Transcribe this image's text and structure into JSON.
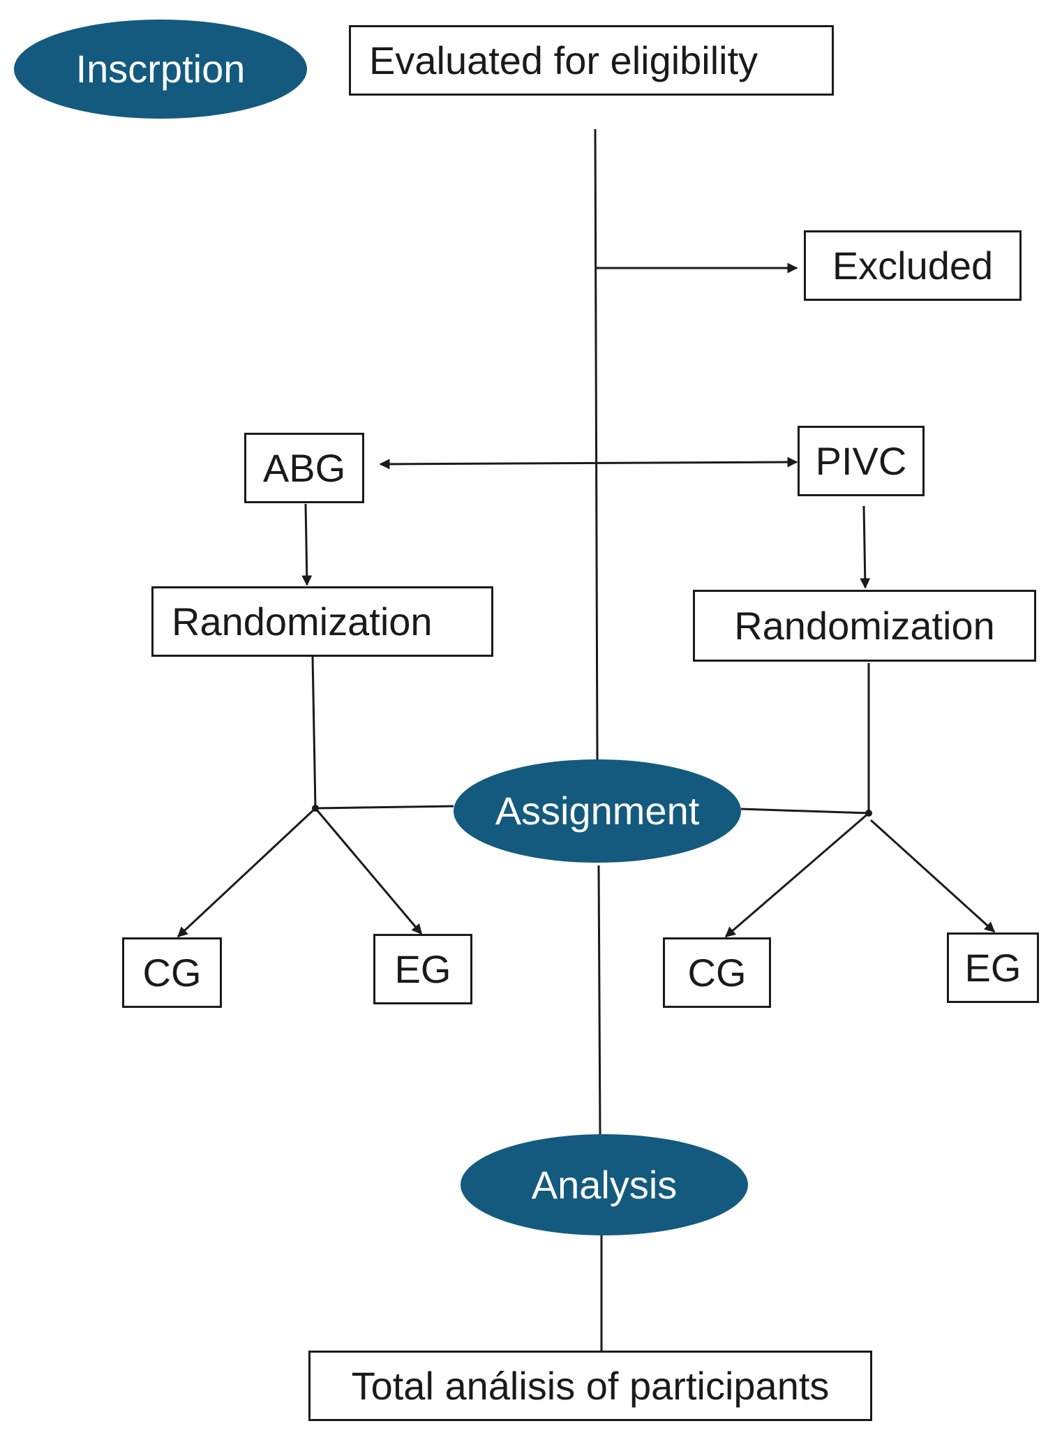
{
  "colors": {
    "oval_fill": "#135a7e",
    "line": "#1a1a1a",
    "box_border": "#1a1a1a"
  },
  "phases": {
    "inscription": "Inscrption",
    "assignment": "Assignment",
    "analysis": "Analysis"
  },
  "boxes": {
    "evaluated": "Evaluated for eligibility",
    "excluded": "Excluded",
    "abg": "ABG",
    "pivc": "PIVC",
    "randomization_left": "Randomization",
    "randomization_right": "Randomization",
    "cg_left": "CG",
    "eg_left": "EG",
    "cg_right": "CG",
    "eg_right": "EG",
    "total": "Total análisis of participants"
  }
}
